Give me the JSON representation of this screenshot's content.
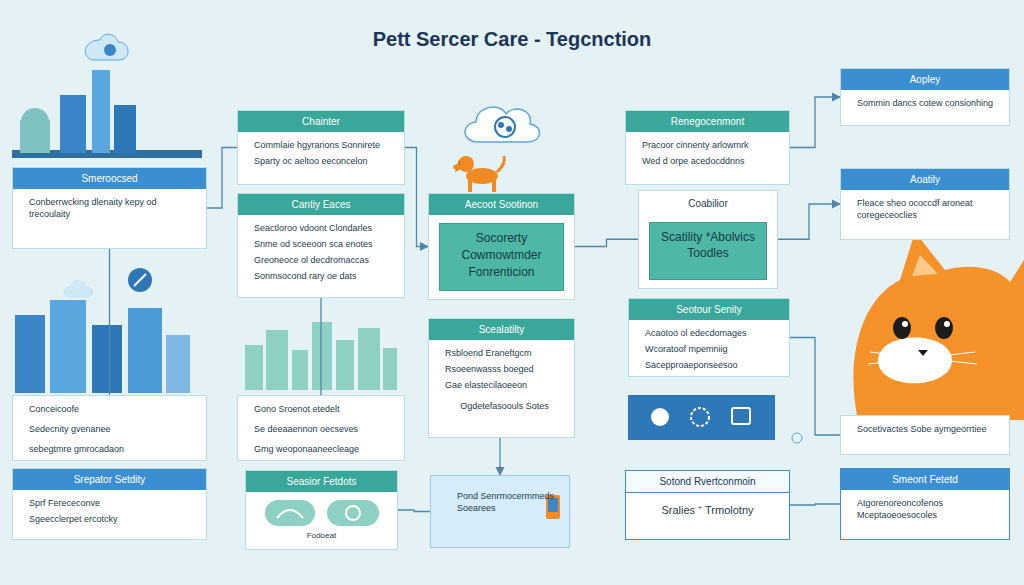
{
  "diagram": {
    "title": "Pett Sercer Care - Tegcnction",
    "nodes": [
      {
        "text": [
          "Aopley",
          "Sommin dancs cotew consionhing"
        ]
      },
      {
        "text": [
          "Chainter",
          "Commlaie hgyrarions Sonnirete",
          "Sparty oc aeltoo eeconcelon"
        ]
      },
      {
        "text": [
          "Renegocenmont",
          "Pracoor cinnenty arlowmrk",
          "Wed d orpe acedocddnns"
        ]
      },
      {
        "text": [
          "Smeroocsed",
          "Conberrwcking dlenaity kepy od trecoulaity"
        ]
      },
      {
        "text": [
          "Aoatily",
          "Fleace sheo ococcdf aroneat coregeceoclies"
        ]
      },
      {
        "text": [
          "Cantiy Eaces",
          "Seactloroo vdoont Clondarles",
          "Snme od sceeoon sca enotes",
          "Greoneoce ol decdromaccas",
          "Sonmsocond rary oe dats"
        ]
      },
      {
        "text": [
          "Aecoot Sootinon"
        ]
      },
      {
        "text": [
          "Socorerty Cowmowtmder Fonrenticion"
        ],
        "in": 6
      },
      {
        "text": [
          "Coabilior"
        ]
      },
      {
        "text": [
          "Scatility *Abolvics Toodles"
        ],
        "in": 8
      },
      {
        "text": [
          "Seotour Senity",
          "Acaotoo ol edecdomages",
          "Wcoratoof mpemniig",
          "Sacepproaeponseesoo"
        ]
      },
      {
        "text": [
          "Scealatilty",
          "Rsbloend Eraneftgcm",
          "Rsoeenwasss boeged",
          "Gae elastecilaoeeon",
          "Ogdetefasoouls Sotes"
        ]
      },
      {
        "text": [
          "Conceicoofe",
          "Sedecnity gvenanee",
          "sebegtmre gmrocadaon"
        ]
      },
      {
        "text": [
          "Gono Sroenot etedelt",
          "Se deeaaennon oecseves",
          "Gmg weoponaaneecleage"
        ]
      },
      {
        "text": [
          "Socetivactes Sobe aymgeorrtiee"
        ]
      },
      {
        "text": [
          "Srepator Setdity",
          "Sprf Ferececonve",
          "Sgeecclerpet ercotcky"
        ]
      },
      {
        "text": [
          "Seasior Fetdots",
          "Fodoeat"
        ]
      },
      {
        "text": [
          "Sotond Rvertconmoin",
          "Sralies ⁺ Trmolotny"
        ]
      },
      {
        "text": [
          "Smeont Fetetd",
          "Atgorenoreoncofenos Mceptaoeoesocoles"
        ]
      },
      {
        "text": [
          "Pond Senrmocermmeds Soearees"
        ]
      }
    ],
    "edges": [
      {
        "from": 3,
        "to": 1,
        "arrow": "none"
      },
      {
        "from": 1,
        "to": 6,
        "arrow": "to"
      },
      {
        "from": 6,
        "to": 8,
        "arrow": "none"
      },
      {
        "from": 2,
        "to": 0,
        "arrow": "to"
      },
      {
        "from": 8,
        "to": 4,
        "arrow": "to"
      },
      {
        "from": 10,
        "to": 14,
        "arrow": "none"
      },
      {
        "from": 11,
        "to": 19,
        "arrow": "to"
      },
      {
        "from": 3,
        "to": 12,
        "arrow": "none"
      },
      {
        "from": 17,
        "to": 18,
        "arrow": "none"
      },
      {
        "from": 16,
        "to": 19,
        "arrow": "none"
      },
      {
        "from": 5,
        "to": 13,
        "arrow": "none"
      }
    ]
  }
}
